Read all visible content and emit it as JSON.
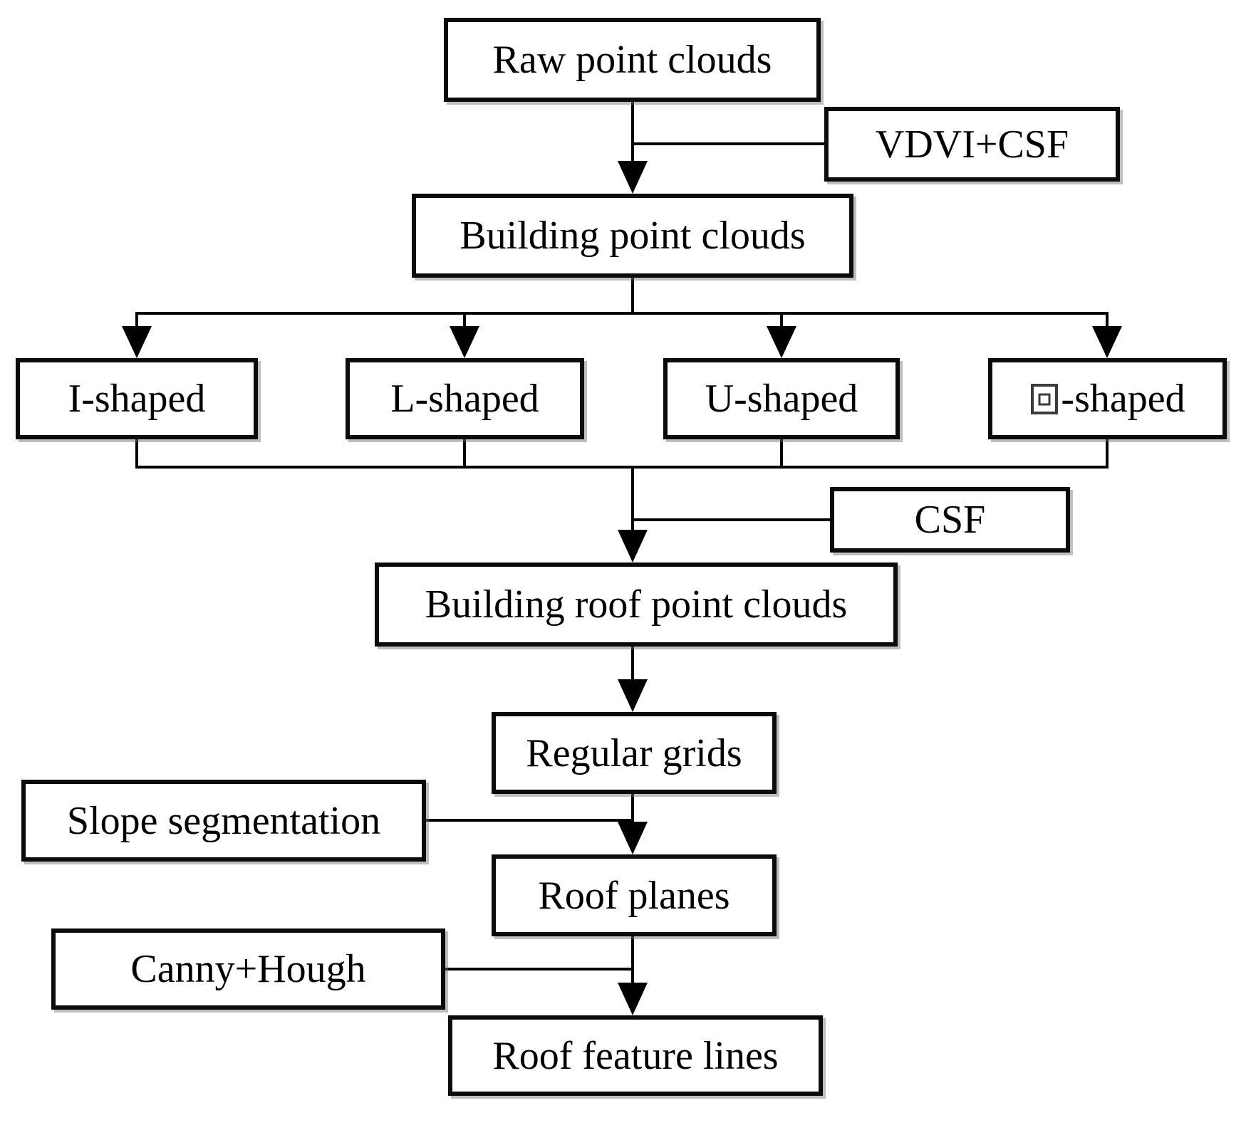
{
  "diagram": {
    "type": "flowchart",
    "background": "#ffffff",
    "colors": {
      "box_fill": "#ffffff",
      "box_border": "#000000",
      "line": "#000000",
      "text": "#000000"
    },
    "nodes": [
      {
        "id": "raw-point-clouds",
        "label": "Raw point clouds"
      },
      {
        "id": "vdvi-csf",
        "label": "VDVI+CSF"
      },
      {
        "id": "building-point-clouds",
        "label": "Building point clouds"
      },
      {
        "id": "i-shaped",
        "label": "I-shaped"
      },
      {
        "id": "l-shaped",
        "label": "L-shaped"
      },
      {
        "id": "u-shaped",
        "label": "U-shaped"
      },
      {
        "id": "hui-shaped",
        "label": "回-shaped",
        "glyph": "回",
        "suffix": "-shaped"
      },
      {
        "id": "csf",
        "label": "CSF"
      },
      {
        "id": "building-roof-point-clouds",
        "label": "Building roof point clouds"
      },
      {
        "id": "regular-grids",
        "label": "Regular grids"
      },
      {
        "id": "slope-segmentation",
        "label": "Slope segmentation"
      },
      {
        "id": "roof-planes",
        "label": "Roof planes"
      },
      {
        "id": "canny-hough",
        "label": "Canny+Hough"
      },
      {
        "id": "roof-feature-lines",
        "label": "Roof feature lines"
      }
    ],
    "edges": [
      {
        "from": "raw-point-clouds",
        "to": "building-point-clouds",
        "via_label": "VDVI+CSF"
      },
      {
        "from": "building-point-clouds",
        "to": "i-shaped"
      },
      {
        "from": "building-point-clouds",
        "to": "l-shaped"
      },
      {
        "from": "building-point-clouds",
        "to": "u-shaped"
      },
      {
        "from": "building-point-clouds",
        "to": "hui-shaped"
      },
      {
        "from": "i-shaped",
        "to": "building-roof-point-clouds",
        "via_label": "CSF"
      },
      {
        "from": "l-shaped",
        "to": "building-roof-point-clouds",
        "via_label": "CSF"
      },
      {
        "from": "u-shaped",
        "to": "building-roof-point-clouds",
        "via_label": "CSF"
      },
      {
        "from": "hui-shaped",
        "to": "building-roof-point-clouds",
        "via_label": "CSF"
      },
      {
        "from": "building-roof-point-clouds",
        "to": "regular-grids"
      },
      {
        "from": "regular-grids",
        "to": "roof-planes",
        "via_label": "Slope segmentation"
      },
      {
        "from": "roof-planes",
        "to": "roof-feature-lines",
        "via_label": "Canny+Hough"
      }
    ]
  }
}
